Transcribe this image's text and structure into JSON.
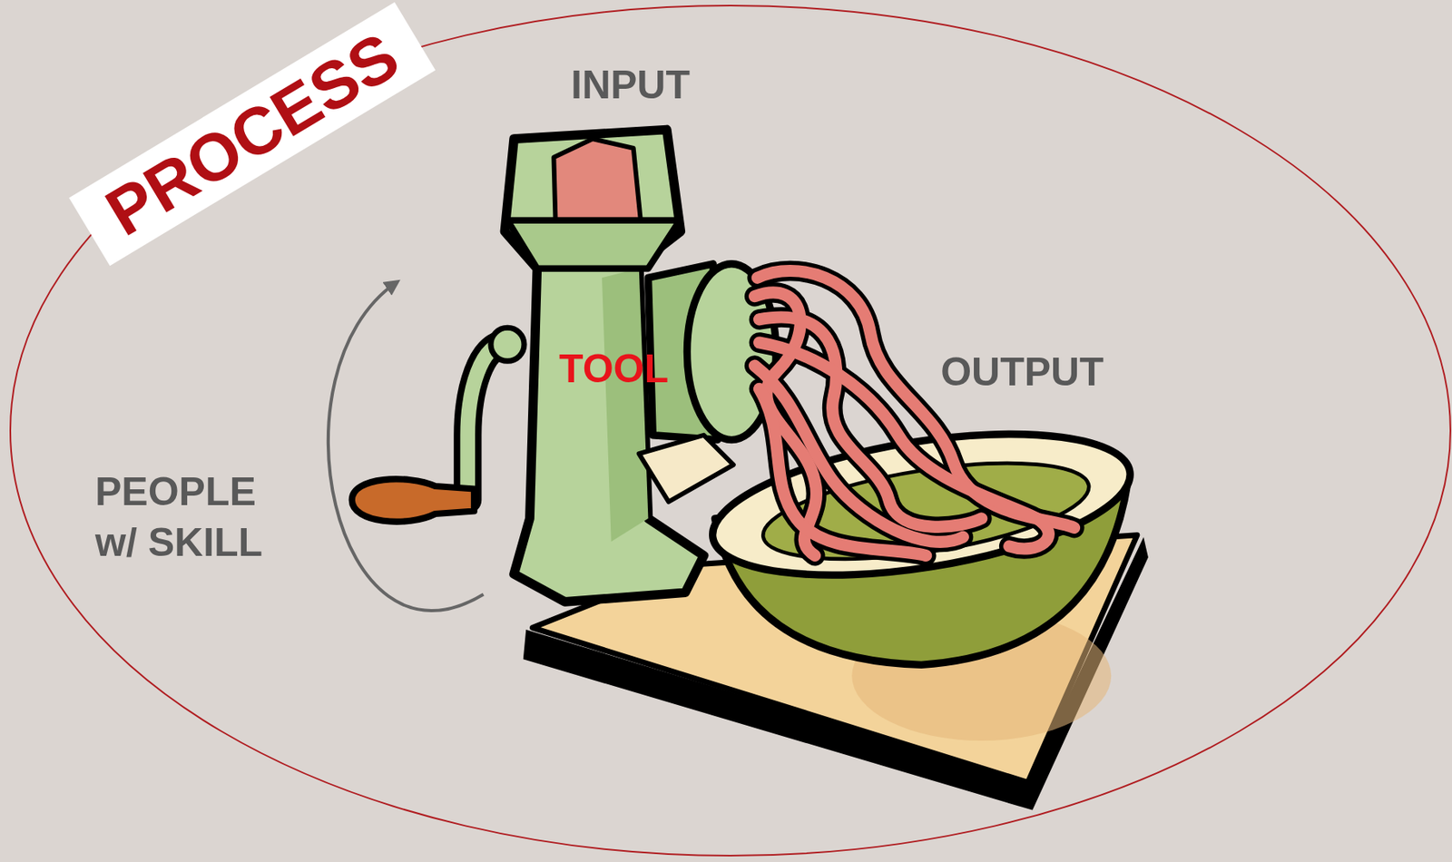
{
  "diagram": {
    "nodes": [
      {
        "text": [
          "PROCESS"
        ]
      }
    ],
    "labels": [
      "INPUT",
      "TOOL",
      "OUTPUT",
      "PEOPLE w/ SKILL"
    ]
  }
}
